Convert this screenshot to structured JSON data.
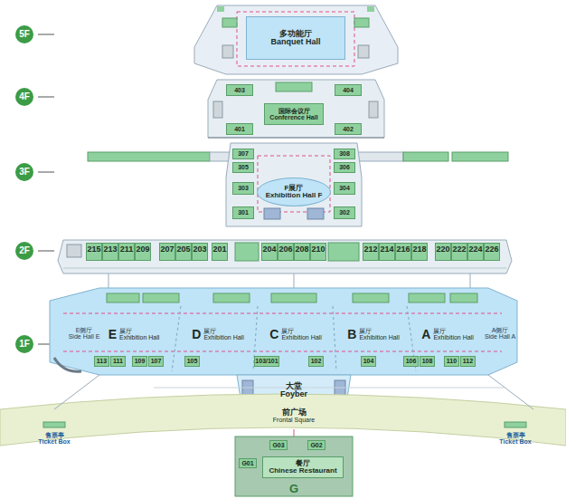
{
  "diagram": {
    "nodes": [
      {
        "text": [
          "5F"
        ]
      },
      {
        "text": [
          "4F"
        ]
      },
      {
        "text": [
          "3F"
        ]
      },
      {
        "text": [
          "2F"
        ]
      },
      {
        "text": [
          "1F"
        ]
      },
      {
        "text": [
          "多功能厅",
          "Banquet Hall"
        ]
      },
      {
        "text": [
          "403"
        ]
      },
      {
        "text": [
          "404"
        ]
      },
      {
        "text": [
          "国际会议厅",
          "Conference Hall"
        ]
      },
      {
        "text": [
          "401"
        ]
      },
      {
        "text": [
          "402"
        ]
      },
      {
        "text": [
          "307"
        ]
      },
      {
        "text": [
          "305"
        ]
      },
      {
        "text": [
          "303"
        ]
      },
      {
        "text": [
          "301"
        ]
      },
      {
        "text": [
          "308"
        ]
      },
      {
        "text": [
          "306"
        ]
      },
      {
        "text": [
          "304"
        ]
      },
      {
        "text": [
          "302"
        ]
      },
      {
        "text": [
          "F展厅",
          "Exhibition Hall F"
        ]
      },
      {
        "text": [
          "215"
        ]
      },
      {
        "text": [
          "213"
        ]
      },
      {
        "text": [
          "211"
        ]
      },
      {
        "text": [
          "209"
        ]
      },
      {
        "text": [
          "207"
        ]
      },
      {
        "text": [
          "205"
        ]
      },
      {
        "text": [
          "203"
        ]
      },
      {
        "text": [
          "201"
        ]
      },
      {
        "text": [
          "204"
        ]
      },
      {
        "text": [
          "206"
        ]
      },
      {
        "text": [
          "208"
        ]
      },
      {
        "text": [
          "210"
        ]
      },
      {
        "text": [
          "212"
        ]
      },
      {
        "text": [
          "214"
        ]
      },
      {
        "text": [
          "216"
        ]
      },
      {
        "text": [
          "218"
        ]
      },
      {
        "text": [
          "220"
        ]
      },
      {
        "text": [
          "222"
        ]
      },
      {
        "text": [
          "224"
        ]
      },
      {
        "text": [
          "226"
        ]
      },
      {
        "text": [
          "E侧厅",
          "Side Hall E"
        ]
      },
      {
        "text": [
          "E",
          "展厅",
          "Exhibition Hall"
        ]
      },
      {
        "text": [
          "D",
          "展厅",
          "Exhibition Hall"
        ]
      },
      {
        "text": [
          "C",
          "展厅",
          "Exhibition Hall"
        ]
      },
      {
        "text": [
          "B",
          "展厅",
          "Exhibition Hall"
        ]
      },
      {
        "text": [
          "A",
          "展厅",
          "Exhibition Hall"
        ]
      },
      {
        "text": [
          "A侧厅",
          "Side Hall A"
        ]
      },
      {
        "text": [
          "113"
        ]
      },
      {
        "text": [
          "111"
        ]
      },
      {
        "text": [
          "109"
        ]
      },
      {
        "text": [
          "107"
        ]
      },
      {
        "text": [
          "105"
        ]
      },
      {
        "text": [
          "103/101"
        ]
      },
      {
        "text": [
          "102"
        ]
      },
      {
        "text": [
          "104"
        ]
      },
      {
        "text": [
          "106"
        ]
      },
      {
        "text": [
          "108"
        ]
      },
      {
        "text": [
          "110"
        ]
      },
      {
        "text": [
          "112"
        ]
      },
      {
        "text": [
          "大堂",
          "Foyber"
        ]
      },
      {
        "text": [
          "售票亭",
          "Ticket Box"
        ]
      },
      {
        "text": [
          "售票亭",
          "Ticket Box"
        ]
      },
      {
        "text": [
          "G03"
        ]
      },
      {
        "text": [
          "G02"
        ]
      },
      {
        "text": [
          "G01"
        ]
      },
      {
        "text": [
          "餐厅",
          "Chinese Restaurant"
        ]
      }
    ],
    "labels": [
      "前广场",
      "Frontal Square",
      "G"
    ]
  }
}
